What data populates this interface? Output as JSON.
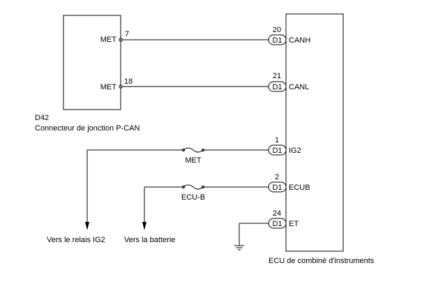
{
  "connector": {
    "id": "D42",
    "description": "Connecteur de jonction P-CAN",
    "pins": [
      {
        "label": "MET",
        "number": "7"
      },
      {
        "label": "MET",
        "number": "18"
      }
    ]
  },
  "ecu": {
    "name": "ECU de combiné d'instruments",
    "connector": "D1",
    "terminals": [
      {
        "pin": "20",
        "label": "CANH"
      },
      {
        "pin": "21",
        "label": "CANL"
      },
      {
        "pin": "1",
        "label": "IG2"
      },
      {
        "pin": "2",
        "label": "ECUB"
      },
      {
        "pin": "24",
        "label": "ET"
      }
    ]
  },
  "fuses": [
    {
      "label": "MET"
    },
    {
      "label": "ECU-B"
    }
  ],
  "destinations": [
    {
      "label": "Vers le relais IG2"
    },
    {
      "label": "Vers la batterie"
    }
  ]
}
